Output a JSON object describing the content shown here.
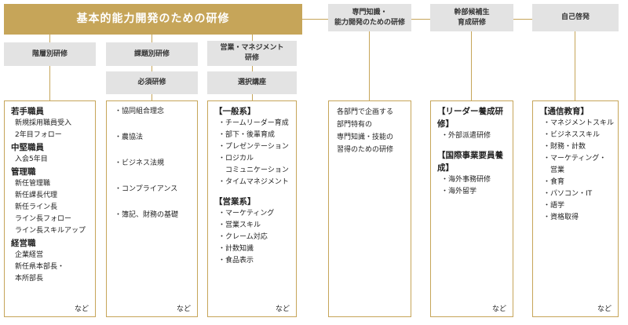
{
  "top": {
    "main": "基本的能力開発のための研修",
    "specialized": [
      "専門知識・",
      "能力開発のための研修"
    ],
    "executive": [
      "幹部候補生",
      "育成研修"
    ],
    "self": "自己啓発"
  },
  "sub": {
    "level": "階層別研修",
    "topic": "課題別研修",
    "required": "必須研修",
    "sales": [
      "営業・マネジメント",
      "研修"
    ],
    "elective": "選択講座"
  },
  "level_box": {
    "items": [
      {
        "cat": "若手職員"
      },
      {
        "it": "新規採用職員受入"
      },
      {
        "it": "2年目フォロー"
      },
      {
        "cat": "中堅職員"
      },
      {
        "it": "入会5年目"
      },
      {
        "cat": "管理職"
      },
      {
        "it": "新任管理職"
      },
      {
        "it": "新任課長代理"
      },
      {
        "it": "新任ライン長"
      },
      {
        "it": "ライン長フォロー"
      },
      {
        "it": "ライン長スキルアップ"
      },
      {
        "cat": "経営職"
      },
      {
        "it": "企業経営"
      },
      {
        "it": "新任県本部長・"
      },
      {
        "it": "本所部長"
      }
    ],
    "etc": "など"
  },
  "required_box": {
    "items": [
      "・協同組合理念",
      "・農協法",
      "・ビジネス法規",
      "・コンプライアンス",
      "・簿記、財務の基礎"
    ],
    "etc": "など"
  },
  "elective_box": {
    "items": [
      {
        "cat": "【一般系】"
      },
      {
        "it": "・チームリーダー育成"
      },
      {
        "it": "・部下・後輩育成"
      },
      {
        "it": "・プレゼンテーション"
      },
      {
        "it": "・ロジカル"
      },
      {
        "it": "　コミュニケーション"
      },
      {
        "it": "・タイムマネジメント"
      },
      {
        "gap": true
      },
      {
        "cat": "【営業系】"
      },
      {
        "it": "・マーケティング"
      },
      {
        "it": "・営業スキル"
      },
      {
        "it": "・クレーム対応"
      },
      {
        "it": "・計数知識"
      },
      {
        "it": "・食品表示"
      }
    ],
    "etc": "など"
  },
  "dept_box": {
    "lines": [
      "各部門で企画する",
      "部門特有の",
      "専門知識・技能の",
      "習得のための研修"
    ]
  },
  "exec_box": {
    "items": [
      {
        "cat": "【リーダー養成研修】"
      },
      {
        "it": "・外部派遣研修"
      },
      {
        "gap": true
      },
      {
        "cat": "【国際事業要員養成】"
      },
      {
        "it": "・海外事務研修"
      },
      {
        "it": "・海外留学"
      }
    ],
    "etc": "など"
  },
  "self_box": {
    "items": [
      {
        "cat": "【通信教育】"
      },
      {
        "it": "・マネジメントスキル"
      },
      {
        "it": "・ビジネススキル"
      },
      {
        "it": "・財務・計数"
      },
      {
        "it": "・マーケティング・"
      },
      {
        "it": "　営業"
      },
      {
        "it": "・食育"
      },
      {
        "it": "・パソコン・IT"
      },
      {
        "it": "・語学"
      },
      {
        "it": "・資格取得"
      }
    ],
    "etc": "など"
  }
}
